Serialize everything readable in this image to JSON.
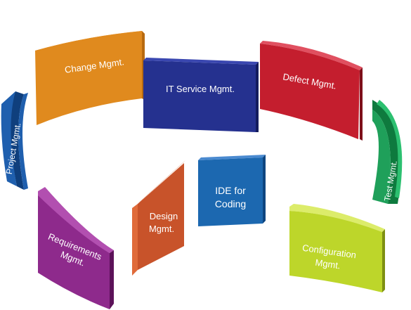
{
  "modules": {
    "change": "Change Mgmt.",
    "it_service": "IT Service Mgmt.",
    "defect": "Defect Mgmt.",
    "project": "Project Mgmt.",
    "test": "Test Mgmt.",
    "ide": {
      "line1": "IDE for",
      "line2": "Coding"
    },
    "design": {
      "line1": "Design",
      "line2": "Mgmt."
    },
    "requirements": {
      "line1": "Requirements",
      "line2": "Mgmt."
    },
    "configuration": {
      "line1": "Configuration",
      "line2": "Mgmt."
    }
  },
  "colors": {
    "change": "#E08A1E",
    "it_service": "#25318F",
    "defect": "#C41E2E",
    "project": "#1F5FAE",
    "test": "#1FA05A",
    "ide": "#1C68B0",
    "design": "#C8532A",
    "requirements": "#8E2A8C",
    "configuration": "#BDD62A"
  }
}
